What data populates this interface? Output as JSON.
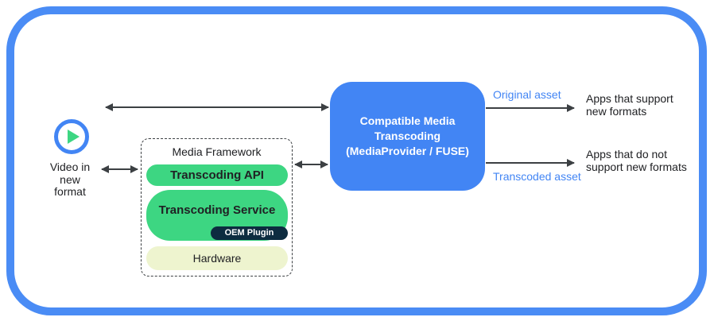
{
  "source": {
    "icon": "play-icon",
    "label": "Video in\nnew\nformat"
  },
  "framework": {
    "title": "Media Framework",
    "layers": [
      {
        "label": "Transcoding API"
      },
      {
        "label": "Transcoding Service",
        "sub": "OEM Plugin"
      },
      {
        "label": "Hardware"
      }
    ]
  },
  "transcoder": {
    "label": "Compatible Media\nTranscoding\n(MediaProvider / FUSE)"
  },
  "outputs": {
    "original": {
      "label": "Original asset",
      "target": "Apps that support\nnew formats"
    },
    "transcoded": {
      "label": "Transcoded asset",
      "target": "Apps that do not\nsupport new formats"
    }
  },
  "colors": {
    "accent_blue": "#4285f4",
    "border_blue": "#4a8cf5",
    "green": "#3dd682",
    "dark_navy": "#0d2c40",
    "pale_yellow": "#eef4cf",
    "arrow_gray": "#3c4043"
  }
}
